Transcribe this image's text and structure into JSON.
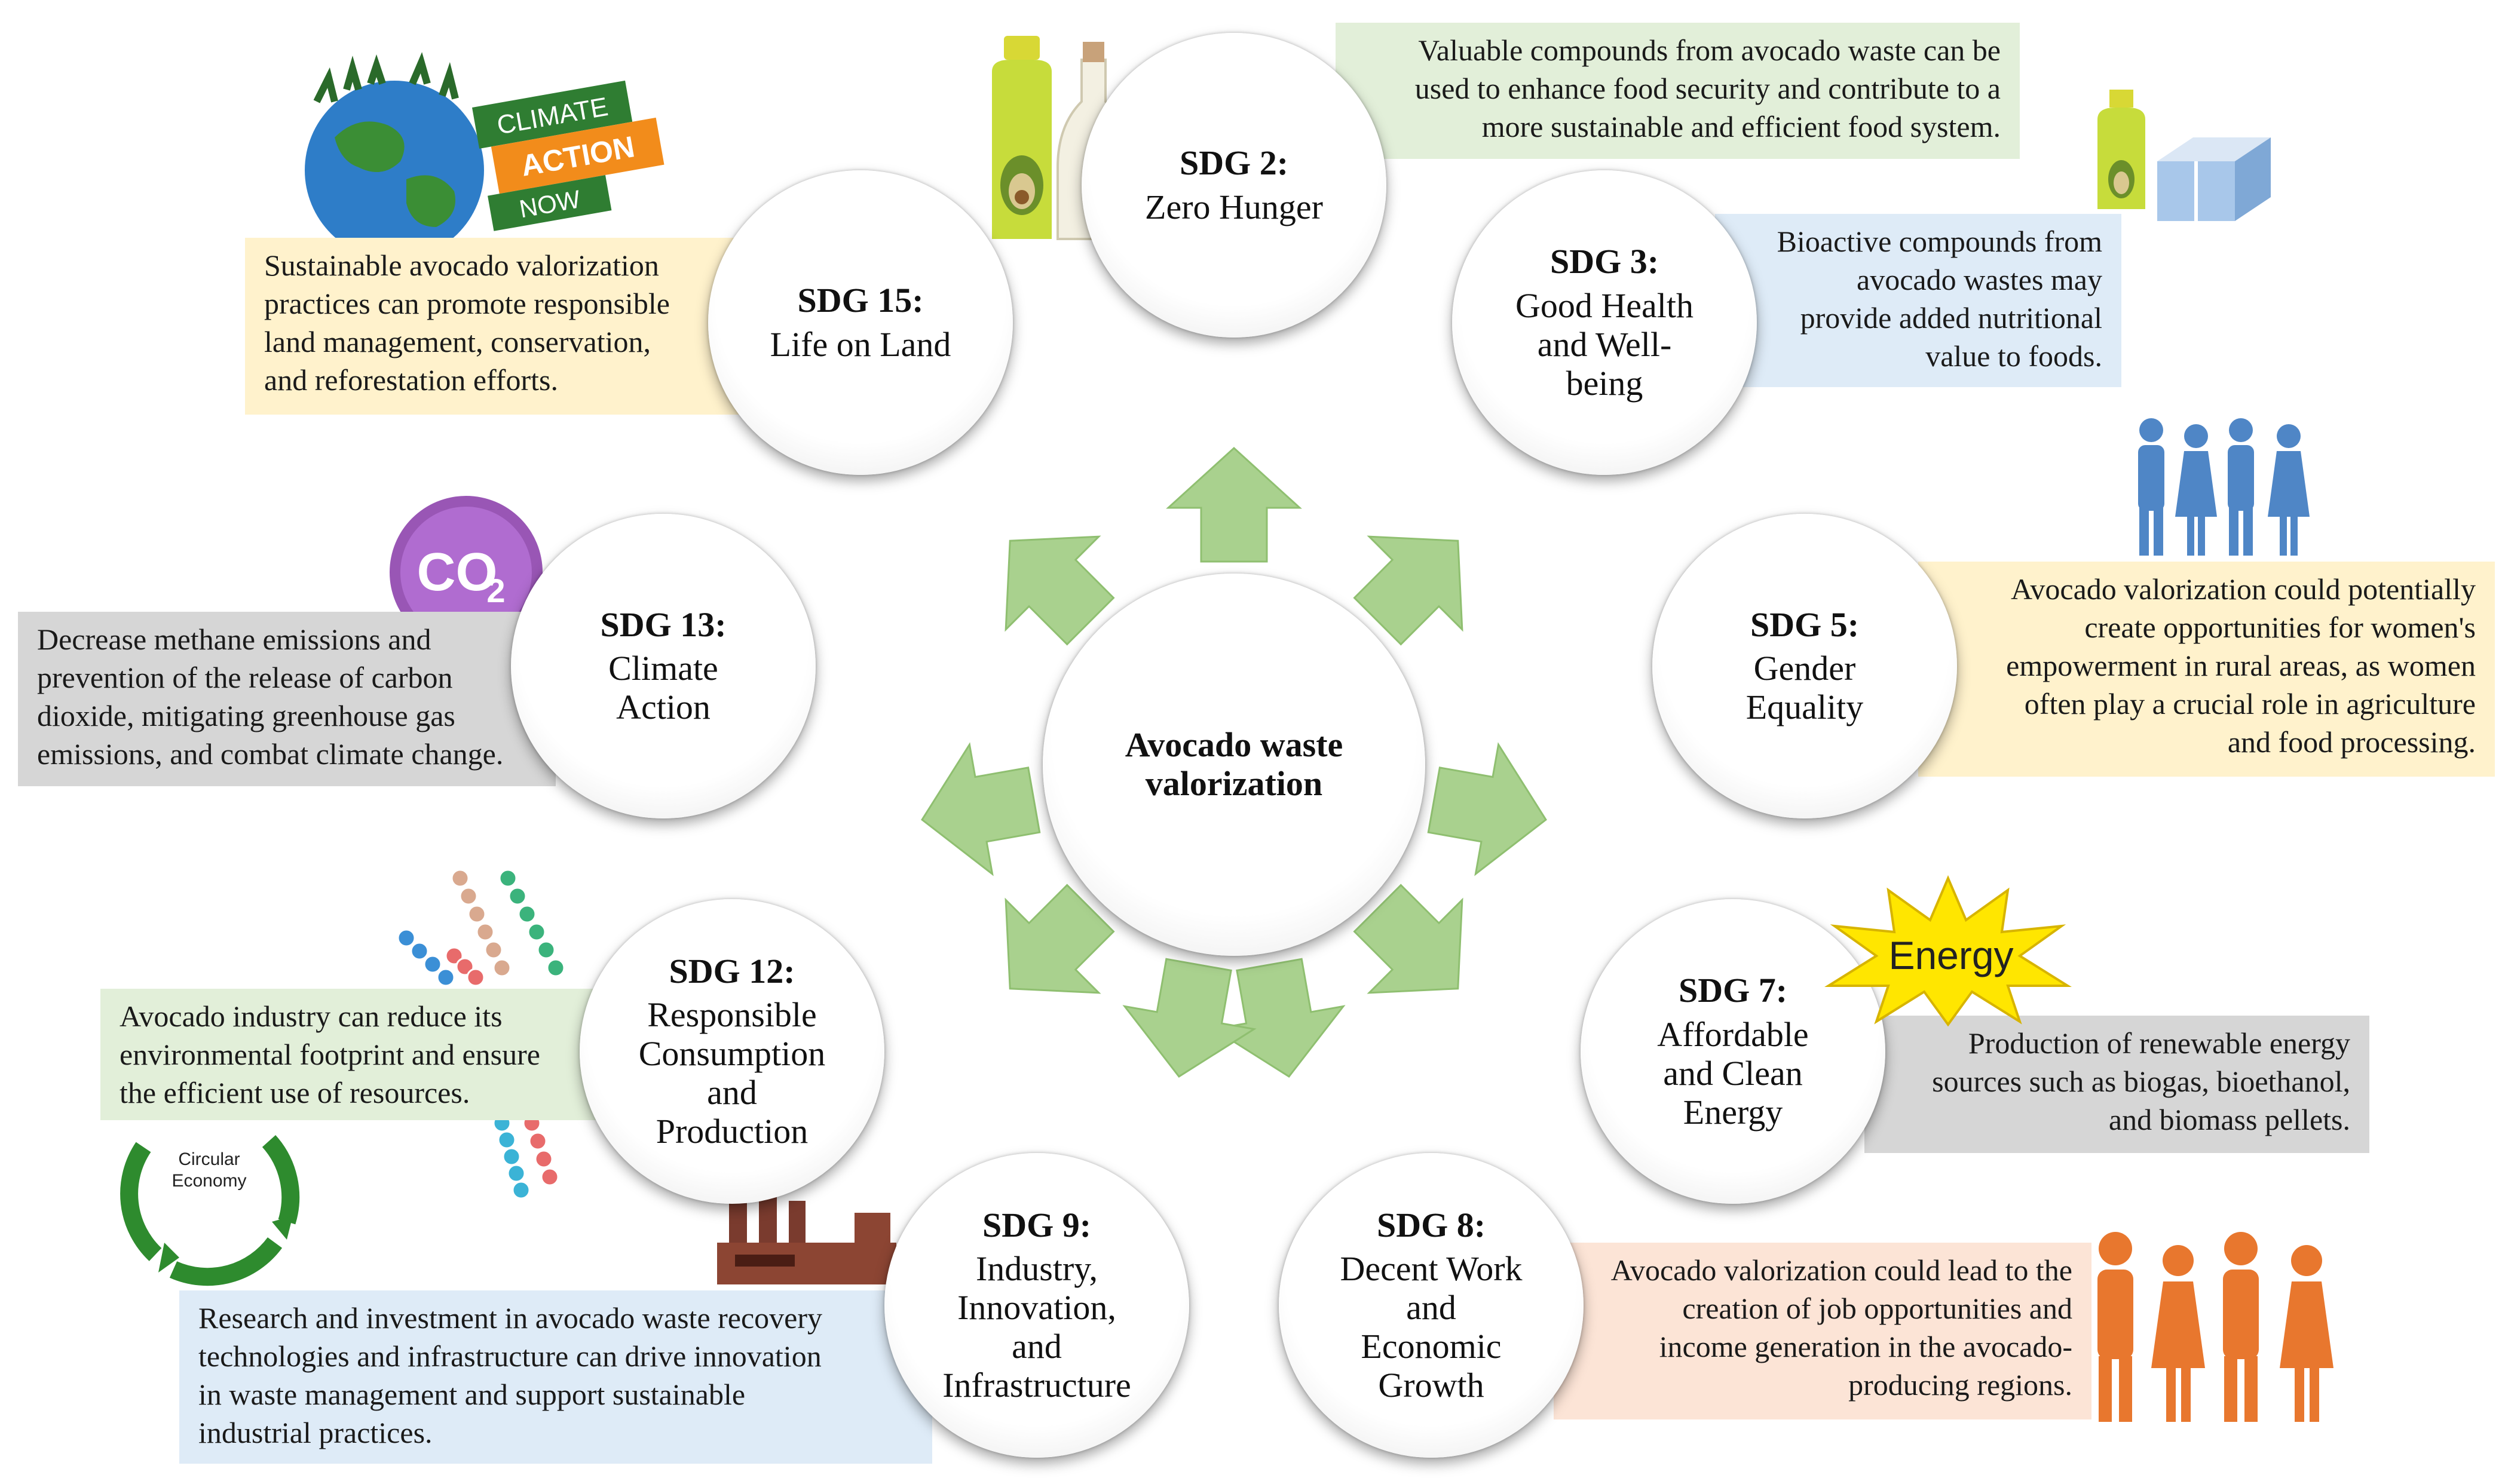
{
  "center": {
    "label": "Avocado waste\nvalorization"
  },
  "sdgs": {
    "sdg2": {
      "title": "SDG 2:",
      "name": "Zero Hunger",
      "note": "Valuable compounds from avocado waste can be\nused to enhance food security and contribute to a\nmore sustainable and efficient food system."
    },
    "sdg3": {
      "title": "SDG 3:",
      "name": "Good Health\nand Well-\nbeing",
      "note": "Bioactive compounds from\navocado wastes may\nprovide added nutritional\nvalue to foods."
    },
    "sdg5": {
      "title": "SDG 5:",
      "name": "Gender\nEquality",
      "note": "Avocado valorization could potentially\ncreate opportunities for women's\nempowerment in rural areas, as women\noften play a crucial role in agriculture\nand food processing."
    },
    "sdg7": {
      "title": "SDG 7:",
      "name": "Affordable\nand Clean\nEnergy",
      "note": "Production of renewable energy\nsources such as biogas, bioethanol,\nand biomass pellets."
    },
    "sdg8": {
      "title": "SDG 8:",
      "name": "Decent Work\nand\nEconomic\nGrowth",
      "note": "Avocado valorization could lead to the\ncreation of job opportunities and\nincome generation in the avocado-\nproducing regions."
    },
    "sdg9": {
      "title": "SDG 9:",
      "name": "Industry,\nInnovation,\nand\nInfrastructure",
      "note": "Research and investment in avocado waste recovery\ntechnologies and infrastructure can drive innovation\nin waste management and support sustainable\nindustrial practices."
    },
    "sdg12": {
      "title": "SDG 12:",
      "name": "Responsible\nConsumption\nand\nProduction",
      "note": "Avocado industry can reduce its\nenvironmental footprint and ensure\nthe efficient use of resources."
    },
    "sdg13": {
      "title": "SDG 13:",
      "name": "Climate\nAction",
      "note": "Decrease methane emissions and\nprevention of the release of carbon\ndioxide, mitigating greenhouse gas\nemissions, and combat climate change."
    },
    "sdg15": {
      "title": "SDG 15:",
      "name": "Life on Land",
      "note": "Sustainable avocado valorization\npractices can promote responsible\nland management, conservation,\nand reforestation efforts."
    }
  },
  "illustrations": {
    "climate_badge": [
      "CLIMATE",
      "ACTION",
      "NOW"
    ],
    "co2_label": "CO",
    "co2_subscript": "2",
    "energy_label": "Energy",
    "circular_economy": "Circular\nEconomy"
  },
  "colors": {
    "arrow": "#a9d18e",
    "note_green": "#e2efd9",
    "note_blue": "#deebf7",
    "note_yellow": "#fff2cc",
    "note_gray": "#d6d6d6",
    "note_peach": "#fce4d6"
  }
}
